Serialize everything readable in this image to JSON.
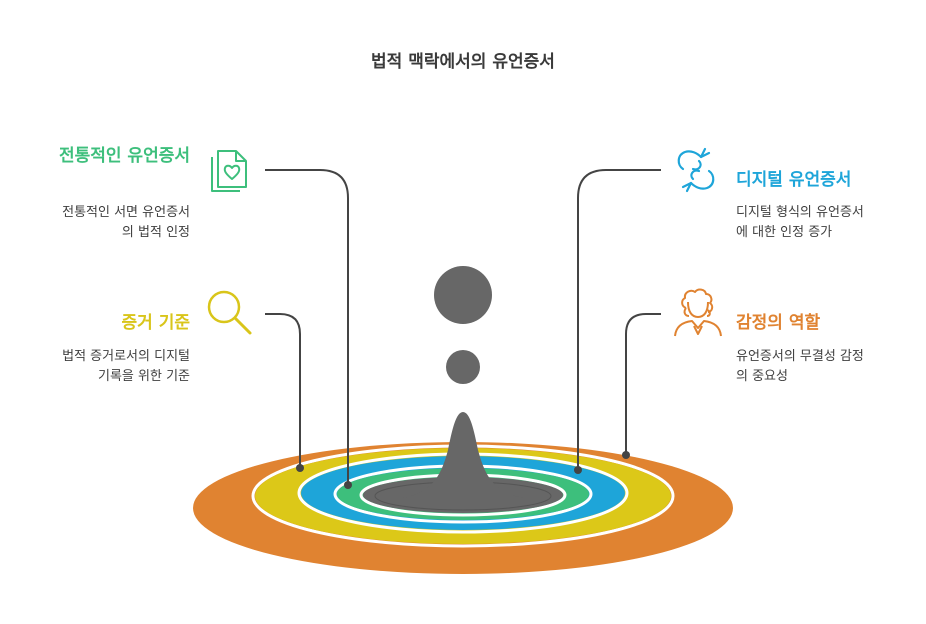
{
  "title": "법적 맥락에서의 유언증서",
  "colors": {
    "green": "#3dbf7c",
    "blue": "#1ea5d9",
    "yellow": "#d9c51a",
    "orange": "#e08331",
    "gray": "#676767",
    "connector": "#444444"
  },
  "items": {
    "traditional": {
      "title": "전통적인 유언증서",
      "desc_line1": "전통적인 서면 유언증서",
      "desc_line2": "의 법적 인정",
      "icon": "document-heart-icon"
    },
    "evidence": {
      "title": "증거 기준",
      "desc_line1": "법적 증거로서의 디지털",
      "desc_line2": "기록을 위한 기준",
      "icon": "magnifier-icon"
    },
    "digital": {
      "title": "디지털 유언증서",
      "desc_line1": "디지털 형식의 유언증서",
      "desc_line2": "에 대한 인정 증가",
      "icon": "transfer-arrows-icon"
    },
    "emotion": {
      "title": "감정의 역할",
      "desc_line1": "유언증서의 무결성 감정",
      "desc_line2": "의 중요성",
      "icon": "person-icon"
    }
  }
}
